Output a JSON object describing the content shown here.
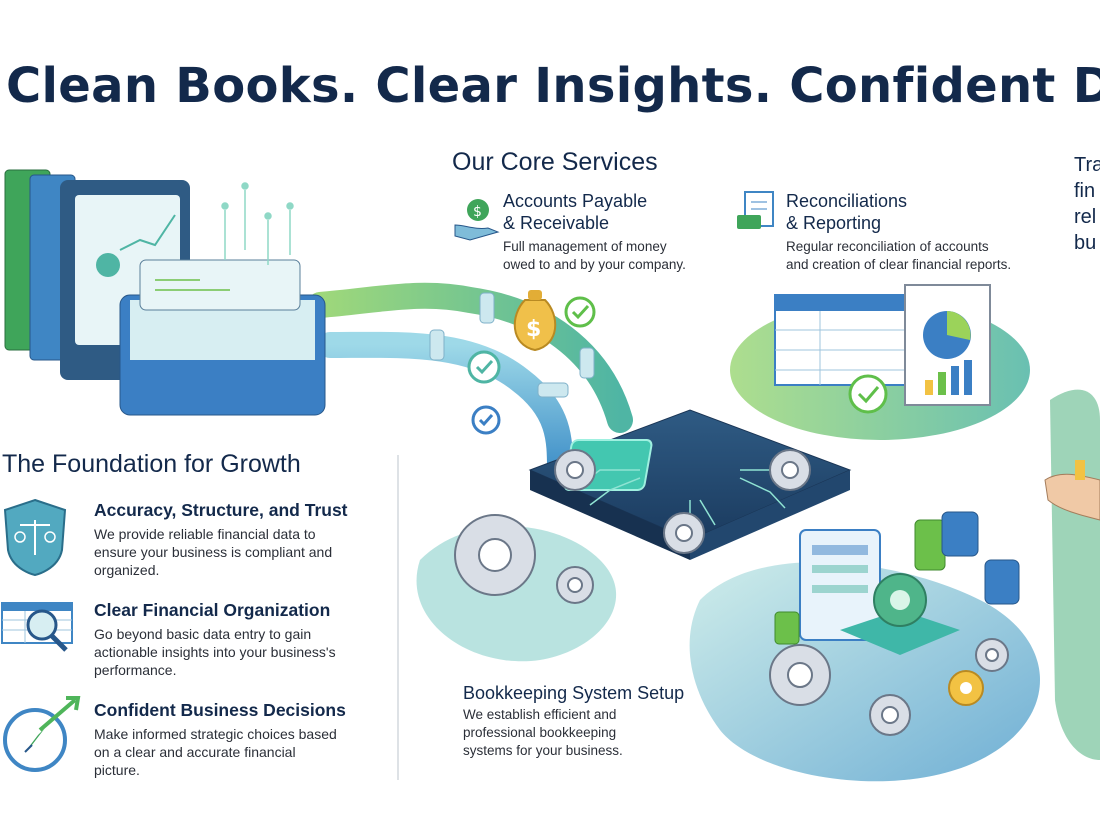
{
  "headline": "Clean Books. Clear Insights. Confident D",
  "services": {
    "heading": "Our Core Services",
    "ap_ar": {
      "title_line1": "Accounts Payable",
      "title_line2": "& Receivable",
      "desc_line1": "Full management of money",
      "desc_line2": "owed to and by your company."
    },
    "reconciliations": {
      "title_line1": "Reconciliations",
      "title_line2": "& Reporting",
      "desc_line1": "Regular reconciliation of accounts",
      "desc_line2": "and creation of clear financial reports."
    },
    "bookkeeping": {
      "title": "Bookkeeping System Setup",
      "desc_line1": "We establish efficient and",
      "desc_line2": "professional bookkeeping",
      "desc_line3": "systems for your business."
    }
  },
  "foundation": {
    "heading": "The Foundation for Growth",
    "items": [
      {
        "icon": "shield-scales-icon",
        "title": "Accuracy, Structure, and Trust",
        "desc_line1": "We provide reliable financial data to",
        "desc_line2": "ensure your business is compliant and",
        "desc_line3": "organized."
      },
      {
        "icon": "spreadsheet-magnifier-icon",
        "title": "Clear Financial Organization",
        "desc_line1": "Go beyond basic data entry to gain",
        "desc_line2": "actionable insights into your business's",
        "desc_line3": "performance."
      },
      {
        "icon": "compass-arrow-icon",
        "title": "Confident Business Decisions",
        "desc_line1": "Make informed strategic choices based",
        "desc_line2": "on a clear and accurate financial",
        "desc_line3": "picture."
      }
    ]
  },
  "right_partial": {
    "line1": "Tra",
    "line2": "fin",
    "line3": "rel",
    "line4": "bu"
  },
  "colors": {
    "navy": "#13294b",
    "teal": "#2aa7a0",
    "green": "#6cc04a",
    "blue": "#3b7fc4",
    "gold": "#e7b53c"
  }
}
